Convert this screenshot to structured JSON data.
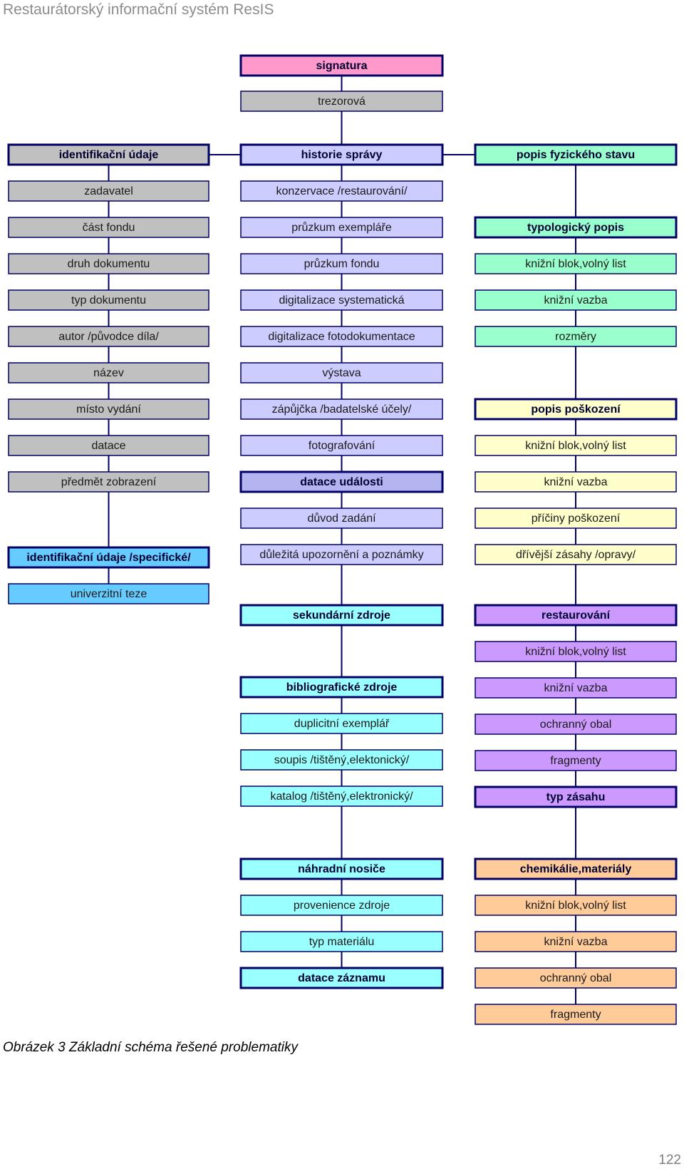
{
  "header": "Restaurátorský informační systém ResIS",
  "caption": "Obrázek 3  Základní schéma řešené problematiky",
  "page_number": "122",
  "colors": {
    "grey": "#c0c0c0",
    "lavender": "#ccccff",
    "lavender_dark": "#b4b4f0",
    "pink": "#ff99cc",
    "green": "#99ffcc",
    "yellow": "#ffffcc",
    "blue": "#66ccff",
    "cyan": "#99ffff",
    "violet": "#cc99ff",
    "orange": "#ffcc99",
    "border": "#000066",
    "line": "#000066"
  },
  "diagram": {
    "top": [
      {
        "label": "signatura",
        "color": "pink",
        "bold": true
      },
      {
        "label": "trezorová",
        "color": "grey",
        "bold": false
      }
    ],
    "left": {
      "header": "identifikační údaje",
      "items": [
        "zadavatel",
        "část fondu",
        "druh dokumentu",
        "typ dokumentu",
        "autor /původce díla/",
        "název",
        "místo vydání",
        "datace",
        "předmět zobrazení"
      ],
      "specific_header": "identifikační údaje /specifické/",
      "specific_items": [
        "univerzitní teze"
      ]
    },
    "center": {
      "header": "historie správy",
      "items": [
        {
          "label": "konzervace  /restaurování/",
          "bold": false
        },
        {
          "label": "průzkum exempláře",
          "bold": false
        },
        {
          "label": "průzkum fondu",
          "bold": false
        },
        {
          "label": "digitalizace systematická",
          "bold": false
        },
        {
          "label": "digitalizace fotodokumentace",
          "bold": false
        },
        {
          "label": "výstava",
          "bold": false
        },
        {
          "label": "zápůjčka /badatelské účely/",
          "bold": false
        },
        {
          "label": "fotografování",
          "bold": false
        },
        {
          "label": "datace události",
          "bold": true
        },
        {
          "label": "důvod zadání",
          "bold": false
        },
        {
          "label": "důležitá upozornění a poznámky",
          "bold": false
        }
      ],
      "secondary_header": "sekundární zdroje",
      "bibliographic_header": "bibliografické zdroje",
      "bibliographic_items": [
        {
          "label": "duplicitní exemplář",
          "bold": false
        },
        {
          "label": "soupis /tištěný,elektonický/",
          "bold": false
        },
        {
          "label": "katalog /tištěný,elektronický/",
          "bold": false
        }
      ],
      "carriers_header": "náhradní nosiče",
      "carriers_items": [
        {
          "label": "provenience zdroje",
          "bold": false
        },
        {
          "label": "typ materiálu",
          "bold": false
        },
        {
          "label": "datace záznamu",
          "bold": true
        }
      ]
    },
    "right": {
      "header": "popis fyzického stavu",
      "typology_header": "typologický popis",
      "typology_items": [
        "knižní blok,volný list",
        "knižní vazba",
        "rozměry"
      ],
      "damage_header": "popis poškození",
      "damage_items": [
        "knižní blok,volný list",
        "knižní vazba",
        "příčiny poškození",
        "dřívější zásahy /opravy/"
      ],
      "restoration_header": "restaurování",
      "restoration_items": [
        {
          "label": "knižní blok,volný list",
          "bold": false
        },
        {
          "label": "knižní vazba",
          "bold": false
        },
        {
          "label": "ochranný obal",
          "bold": false
        },
        {
          "label": "fragmenty",
          "bold": false
        },
        {
          "label": "typ zásahu",
          "bold": true
        }
      ],
      "chemicals_header": "chemikálie,materiály",
      "chemicals_items": [
        "knižní blok,volný list",
        "knižní vazba",
        "ochranný obal",
        "fragmenty"
      ]
    }
  }
}
